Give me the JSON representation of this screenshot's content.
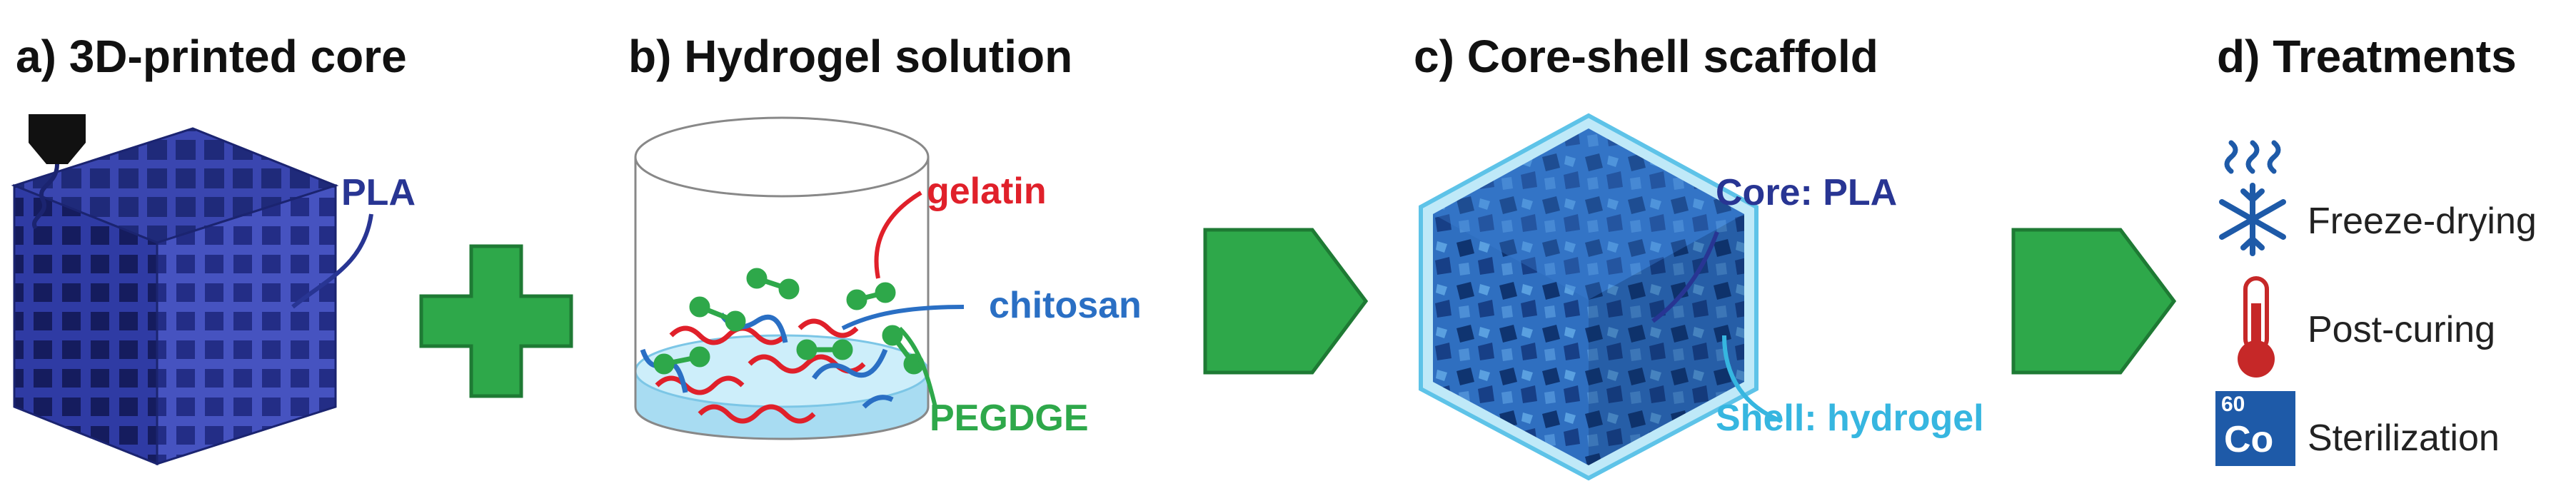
{
  "panels": {
    "a": {
      "title": "a) 3D-printed core",
      "label": "PLA"
    },
    "b": {
      "title": "b) Hydrogel solution",
      "labels": {
        "gelatin": "gelatin",
        "chitosan": "chitosan",
        "pegdge": "PEGDGE"
      }
    },
    "c": {
      "title": "c) Core-shell scaffold",
      "core_label": "Core: PLA",
      "shell_label": "Shell: hydrogel"
    },
    "d": {
      "title": "d) Treatments",
      "items": [
        {
          "label": "Freeze-drying",
          "icon": "snowflake-icon"
        },
        {
          "label": "Post-curing",
          "icon": "thermometer-icon"
        },
        {
          "label": "Sterilization",
          "icon": "cobalt-60-icon",
          "badge_mass": "60",
          "badge_symbol": "Co"
        }
      ]
    }
  },
  "colors": {
    "pla": "#2e3a9e",
    "pla_label": "#283593",
    "plus": "#2ea84a",
    "arrow": "#2ea84a",
    "gelatin": "#e0202a",
    "chitosan": "#2a6fc4",
    "pegdge": "#2ea84a",
    "hydrogel": "#5ec3e8",
    "shell_label": "#36b6e0",
    "icon_blue": "#1e5aa8",
    "thermo_red": "#c62828"
  }
}
